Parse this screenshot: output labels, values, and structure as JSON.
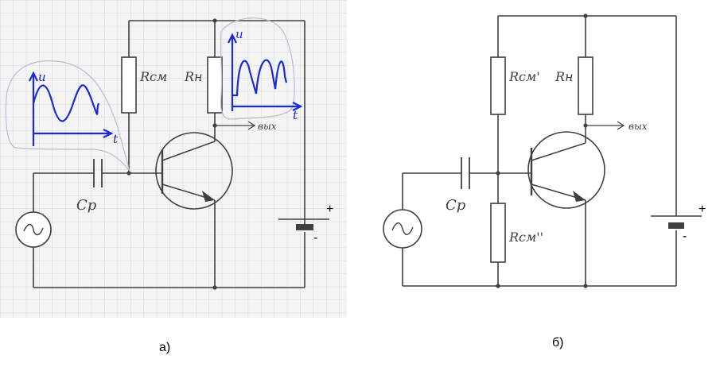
{
  "colors": {
    "grid_paper": "#f4f4f4",
    "grid_line": "#cfcfd3",
    "ink": "#404040",
    "blue_ink": "#1a2bd6",
    "bubble": "#b9bdd0"
  },
  "figure_a": {
    "caption": "а)",
    "labels": {
      "r_cm": "Rсм",
      "r_n": "Rн",
      "c_p": "Cр",
      "out": "вых",
      "plus": "+",
      "minus": "-"
    },
    "inset_input": {
      "axis_y": "u",
      "axis_x": "t"
    },
    "inset_output": {
      "axis_y": "u",
      "axis_x": "t"
    }
  },
  "figure_b": {
    "caption": "б)",
    "labels": {
      "r_cm1": "Rсм'",
      "r_cm2": "Rсм''",
      "r_n": "Rн",
      "c_p": "Cр",
      "out": "вых",
      "plus": "+",
      "minus": "-"
    }
  }
}
